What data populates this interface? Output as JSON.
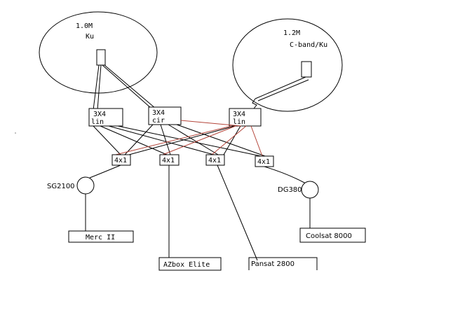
{
  "dishes": {
    "left": {
      "size": "1.0M",
      "band": "Ku"
    },
    "right": {
      "size": "1.2M",
      "band": "C-band/Ku"
    }
  },
  "switches": {
    "s1": {
      "line1": "3X4",
      "line2": "lin"
    },
    "s2": {
      "line1": "3X4",
      "line2": "cir"
    },
    "s3": {
      "line1": "3X4",
      "line2": "lin"
    }
  },
  "multiswitches": [
    "4x1",
    "4x1",
    "4x1",
    "4x1"
  ],
  "motors": {
    "left": "SG2100",
    "right": "DG380"
  },
  "receivers": {
    "merc": "Merc II",
    "azbox": "AZbox Elite",
    "pansat": "Pansat 2800",
    "coolsat": "Coolsat 8000"
  },
  "colors": {
    "line": "#000000",
    "red_line": "#b4453a",
    "background": "#ffffff"
  }
}
